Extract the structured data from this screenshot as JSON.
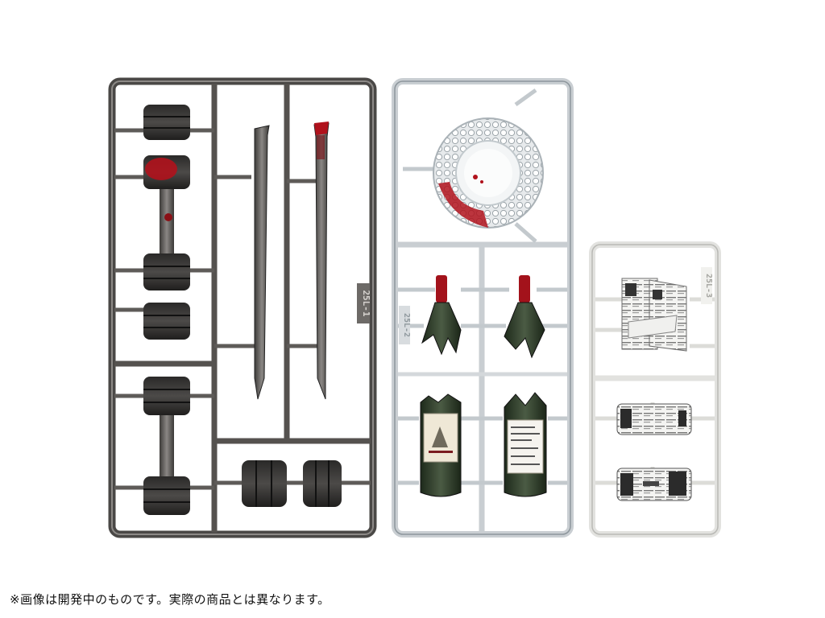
{
  "disclaimer": "※画像は開発中のものです。実際の商品とは異なります。",
  "sprues": [
    {
      "id": "gray",
      "code_label": "25L-1",
      "color": "#5a5856",
      "parts": [
        "dumbbell-bloody",
        "dumbbell",
        "weight-plates",
        "crowbar",
        "crowbar-bloody",
        "weight-plate-pair"
      ]
    },
    {
      "id": "clear",
      "code_label": "25L-2",
      "color": "#dfe3e6",
      "parts": [
        "crystal-ashtray",
        "broken-bottle-neck",
        "broken-wine-bottle"
      ]
    },
    {
      "id": "white",
      "code_label": "25L-3",
      "color": "#ececea",
      "parts": [
        "newspaper-bundle",
        "rolled-newspaper"
      ]
    }
  ],
  "colors": {
    "blood": "#b0121c",
    "wine_glass": "#2d3f2a",
    "bottle_label": "#efe8d6"
  }
}
